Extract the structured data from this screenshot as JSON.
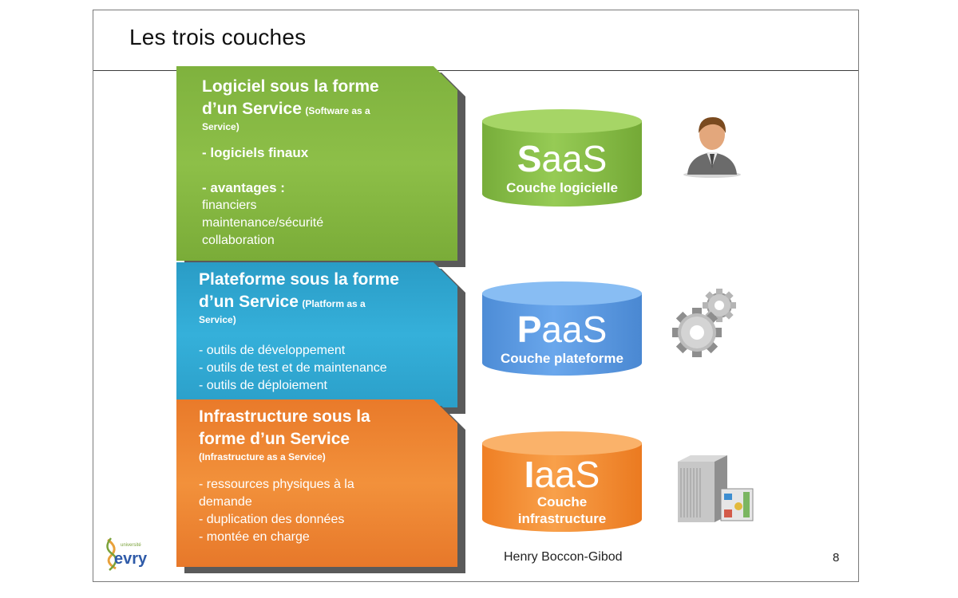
{
  "slide": {
    "title": "Les trois couches",
    "author": "Henry Boccon-Gibod",
    "page_number": "8",
    "logo_text": "evry",
    "logo_small_text": "université"
  },
  "layers": {
    "saas": {
      "heading": "Logiciel sous la forme d’un Service",
      "heading_line1": "Logiciel sous la forme",
      "heading_line2": "d’un Service",
      "english_inline": "(Software as a",
      "english_cont": "Service)",
      "bullet1": "- logiciels finaux",
      "bullet2": "- avantages :",
      "sub1": "financiers",
      "sub2": "maintenance/sécurité",
      "sub3": "collaboration",
      "color": "#8dbf48"
    },
    "paas": {
      "heading_line1": "Plateforme sous la forme",
      "heading_line2": "d’un Service",
      "english_inline": "(Platform as a",
      "english_cont": "Service)",
      "item1": "- outils de développement",
      "item2": "- outils de test et de maintenance",
      "item3": "- outils de déploiement",
      "color": "#35b0da"
    },
    "iaas": {
      "heading_line1": "Infrastructure sous la",
      "heading_line2": "forme d’un Service",
      "english": "(Infrastructure as a Service)",
      "item1a": "- ressources physiques à la",
      "item1b": "demande",
      "item2": "- duplication des données",
      "item3": "- montée en charge",
      "color": "#f2913b"
    }
  },
  "cylinders": {
    "saas": {
      "initial": "S",
      "rest": "aaS",
      "caption": "Couche logicielle",
      "color": "#96cb55"
    },
    "paas": {
      "initial": "P",
      "rest": "aaS",
      "caption": "Couche plateforme",
      "color": "#6aa7ec"
    },
    "iaas": {
      "initial": "I",
      "rest": "aaS",
      "caption_line1": "Couche",
      "caption_line2": "infrastructure",
      "color": "#f8a04a"
    }
  },
  "icons": {
    "saas": "user-icon",
    "paas": "gears-icon",
    "iaas": "server-icon"
  }
}
